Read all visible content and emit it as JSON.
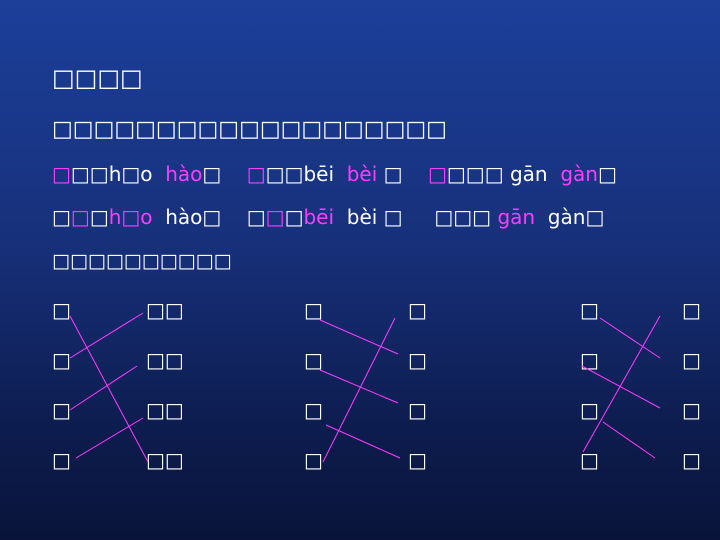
{
  "title": "□□□□",
  "instruction": "□□□□□□□□□□□□□□□□□□□",
  "pinyin_rows": [
    [
      {
        "text": "□",
        "color": "magenta"
      },
      {
        "text": "□□",
        "color": "white"
      },
      {
        "text": "h□o",
        "color": "white"
      },
      {
        "text": "  ",
        "color": "white"
      },
      {
        "text": "hào",
        "color": "magenta"
      },
      {
        "text": "□",
        "color": "white"
      },
      {
        "text": "    ",
        "color": "white"
      },
      {
        "text": "□",
        "color": "magenta"
      },
      {
        "text": "□□",
        "color": "white"
      },
      {
        "text": "bēi",
        "color": "white"
      },
      {
        "text": "  ",
        "color": "white"
      },
      {
        "text": "bèi",
        "color": "magenta"
      },
      {
        "text": " □",
        "color": "white"
      },
      {
        "text": "    ",
        "color": "white"
      },
      {
        "text": "□",
        "color": "magenta"
      },
      {
        "text": "□□□ ",
        "color": "white"
      },
      {
        "text": "gān",
        "color": "white"
      },
      {
        "text": "  ",
        "color": "white"
      },
      {
        "text": "gàn",
        "color": "magenta"
      },
      {
        "text": "□",
        "color": "white"
      }
    ],
    [
      {
        "text": "□",
        "color": "white"
      },
      {
        "text": "□",
        "color": "magenta"
      },
      {
        "text": "□",
        "color": "white"
      },
      {
        "text": "h□o",
        "color": "magenta"
      },
      {
        "text": "  ",
        "color": "white"
      },
      {
        "text": "hào",
        "color": "white"
      },
      {
        "text": "□",
        "color": "white"
      },
      {
        "text": "    ",
        "color": "white"
      },
      {
        "text": "□",
        "color": "white"
      },
      {
        "text": "□",
        "color": "magenta"
      },
      {
        "text": "□",
        "color": "white"
      },
      {
        "text": "bēi",
        "color": "magenta"
      },
      {
        "text": "  ",
        "color": "white"
      },
      {
        "text": "bèi",
        "color": "white"
      },
      {
        "text": " □",
        "color": "white"
      },
      {
        "text": "     ",
        "color": "white"
      },
      {
        "text": "□□□ ",
        "color": "white"
      },
      {
        "text": "gān",
        "color": "magenta"
      },
      {
        "text": "  ",
        "color": "white"
      },
      {
        "text": "gàn",
        "color": "white"
      },
      {
        "text": "□",
        "color": "white"
      }
    ]
  ],
  "subheading": "□□□□□□□□□□",
  "matching": {
    "group1": {
      "left": [
        "□",
        "□",
        "□",
        "□"
      ],
      "right": [
        "□□",
        "□□",
        "□□",
        "□□"
      ]
    },
    "group2": {
      "left": [
        "□",
        "□",
        "□",
        "□"
      ],
      "right": [
        "□",
        "□",
        "□",
        "□"
      ]
    },
    "group3": {
      "left": [
        "□",
        "□",
        "□",
        "□"
      ],
      "right": [
        "□",
        "□",
        "□",
        "□"
      ]
    }
  },
  "colors": {
    "accent": "#ff3dff",
    "text": "#ffffff",
    "background": "#1c3f9a"
  }
}
